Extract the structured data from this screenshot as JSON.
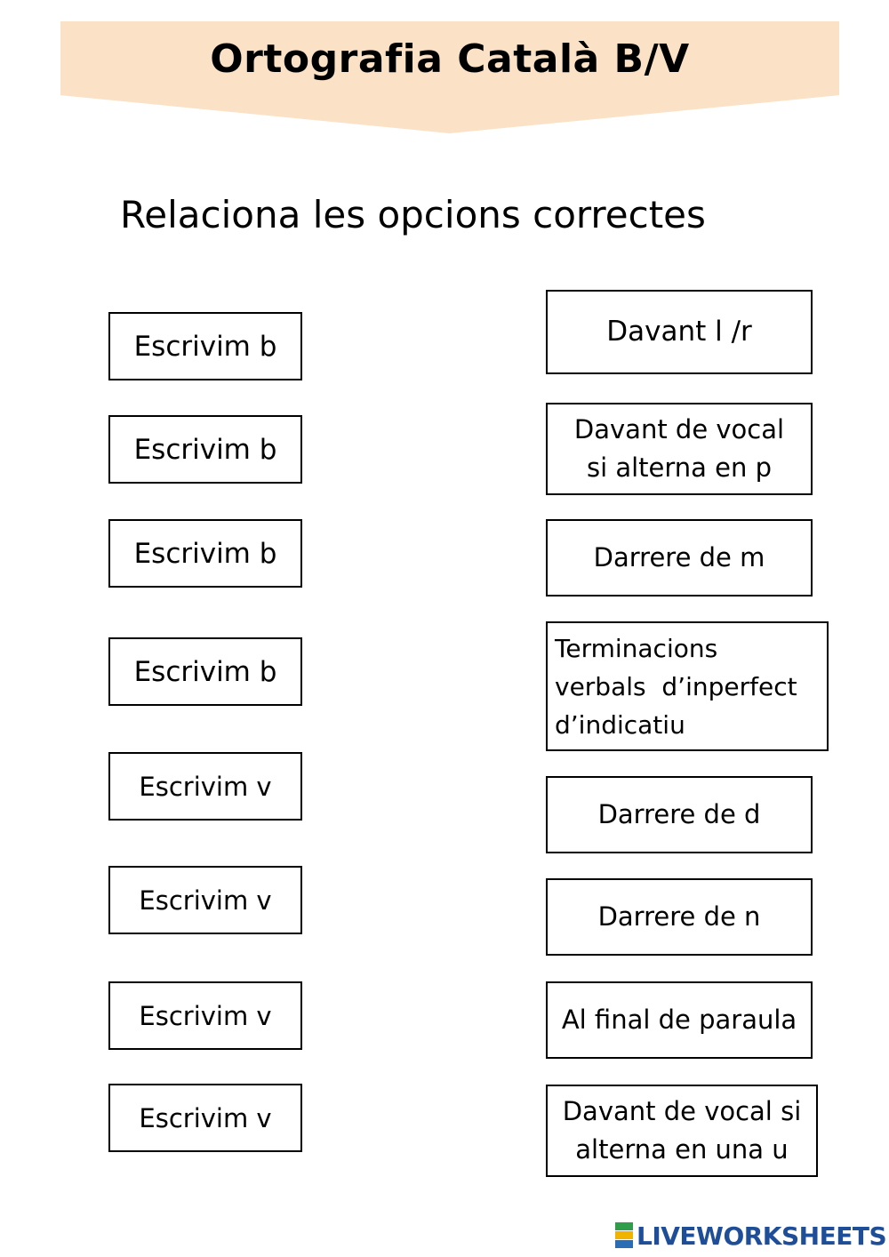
{
  "header": {
    "title": "Ortografia Català B/V",
    "banner_color": "#fbe1c5"
  },
  "instruction": "Relaciona les opcions correctes",
  "left_items": [
    {
      "label": "Escrivim b"
    },
    {
      "label": "Escrivim b"
    },
    {
      "label": "Escrivim b"
    },
    {
      "label": "Escrivim b"
    },
    {
      "label": "Escrivim v"
    },
    {
      "label": "Escrivim v"
    },
    {
      "label": "Escrivim v"
    },
    {
      "label": "Escrivim v"
    }
  ],
  "right_items": [
    {
      "lines": [
        "Davant l /r"
      ]
    },
    {
      "lines": [
        "Davant de vocal",
        "si alterna en p"
      ]
    },
    {
      "lines": [
        "Darrere de m"
      ]
    },
    {
      "lines": [
        "Terminacions",
        "verbals  d’inperfect",
        "d’indicatiu"
      ]
    },
    {
      "lines": [
        "Darrere de d"
      ]
    },
    {
      "lines": [
        "Darrere de n"
      ]
    },
    {
      "lines": [
        "Al final de paraula"
      ]
    },
    {
      "lines": [
        "Davant de vocal si",
        "alterna en una u"
      ]
    }
  ],
  "footer": {
    "brand": "LIVEWORKSHEETS",
    "brand_color": "#1f4e99"
  }
}
